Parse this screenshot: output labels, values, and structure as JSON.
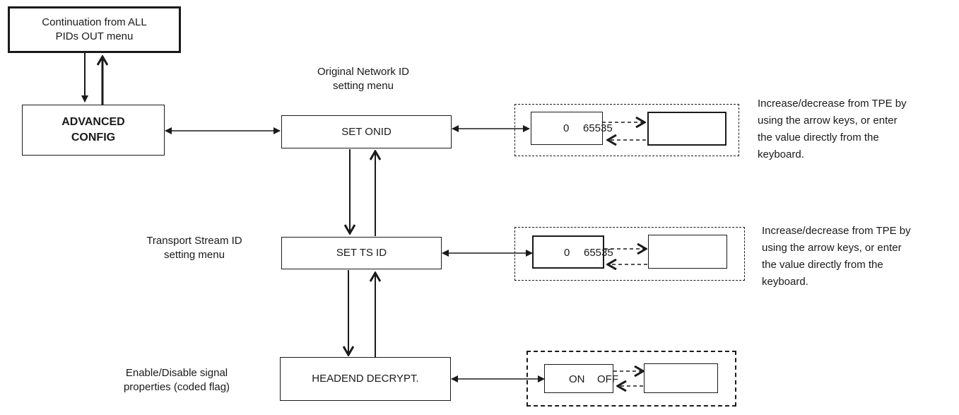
{
  "nodes": {
    "continuation": "Continuation from ALL\nPIDs OUT menu",
    "advanced_config": "ADVANCED\nCONFIG",
    "set_onid": "SET ONID",
    "set_ts_id": "SET TS ID",
    "headend_decrypt": "HEADEND DECRYPT."
  },
  "captions": {
    "onid": "Original Network ID\nsetting menu",
    "tsid": "Transport Stream ID\nsetting menu",
    "headend": "Enable/Disable signal\nproperties (coded flag)"
  },
  "value_boxes": {
    "onid": {
      "min": "0",
      "max": "65535"
    },
    "tsid": {
      "min": "0",
      "max": "65535"
    },
    "headend": {
      "on": "ON",
      "off": "OFF"
    }
  },
  "notes": {
    "onid": "Increase/decrease from TPE by\nusing the arrow keys, or enter\nthe value directly from the\nkeyboard.",
    "tsid": "Increase/decrease from TPE by\nusing the arrow keys, or enter\nthe value directly from the\nkeyboard."
  }
}
